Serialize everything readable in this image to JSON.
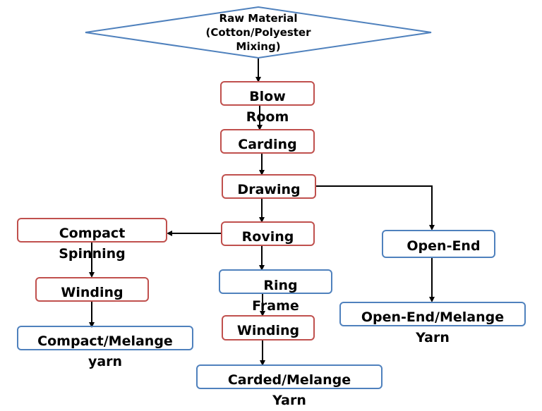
{
  "diagram": {
    "title": "Yarn manufacturing process flow",
    "colors": {
      "process_border": "#c0504d",
      "output_border": "#4f81bd",
      "start_border": "#4f81bd",
      "arrow": "#000000"
    },
    "start": {
      "line1": "Raw Material",
      "line2": "(Cotton/Polyester",
      "line3": "Mixing)"
    },
    "nodes": {
      "blow_room": {
        "line1": "Blow",
        "line2": "Room"
      },
      "carding": {
        "line1": "Carding"
      },
      "drawing": {
        "line1": "Drawing"
      },
      "roving": {
        "line1": "Roving"
      },
      "compact_spinning": {
        "line1": "Compact",
        "line2": "Spinning"
      },
      "winding_left": {
        "line1": "Winding"
      },
      "compact_yarn": {
        "line1": "Compact/Melange",
        "line2": "yarn"
      },
      "ring_frame": {
        "line1": "Ring",
        "line2": "Frame"
      },
      "winding_center": {
        "line1": "Winding"
      },
      "carded_yarn": {
        "line1": "Carded/Melange",
        "line2": "Yarn"
      },
      "open_end": {
        "line1": "Open-End"
      },
      "open_end_yarn": {
        "line1": "Open-End/Melange",
        "line2": "Yarn"
      }
    },
    "edges": [
      [
        "start",
        "blow_room"
      ],
      [
        "blow_room",
        "carding"
      ],
      [
        "carding",
        "drawing"
      ],
      [
        "drawing",
        "roving"
      ],
      [
        "drawing",
        "open_end"
      ],
      [
        "roving",
        "compact_spinning"
      ],
      [
        "roving",
        "ring_frame"
      ],
      [
        "compact_spinning",
        "winding_left"
      ],
      [
        "winding_left",
        "compact_yarn"
      ],
      [
        "ring_frame",
        "winding_center"
      ],
      [
        "winding_center",
        "carded_yarn"
      ],
      [
        "open_end",
        "open_end_yarn"
      ]
    ]
  }
}
